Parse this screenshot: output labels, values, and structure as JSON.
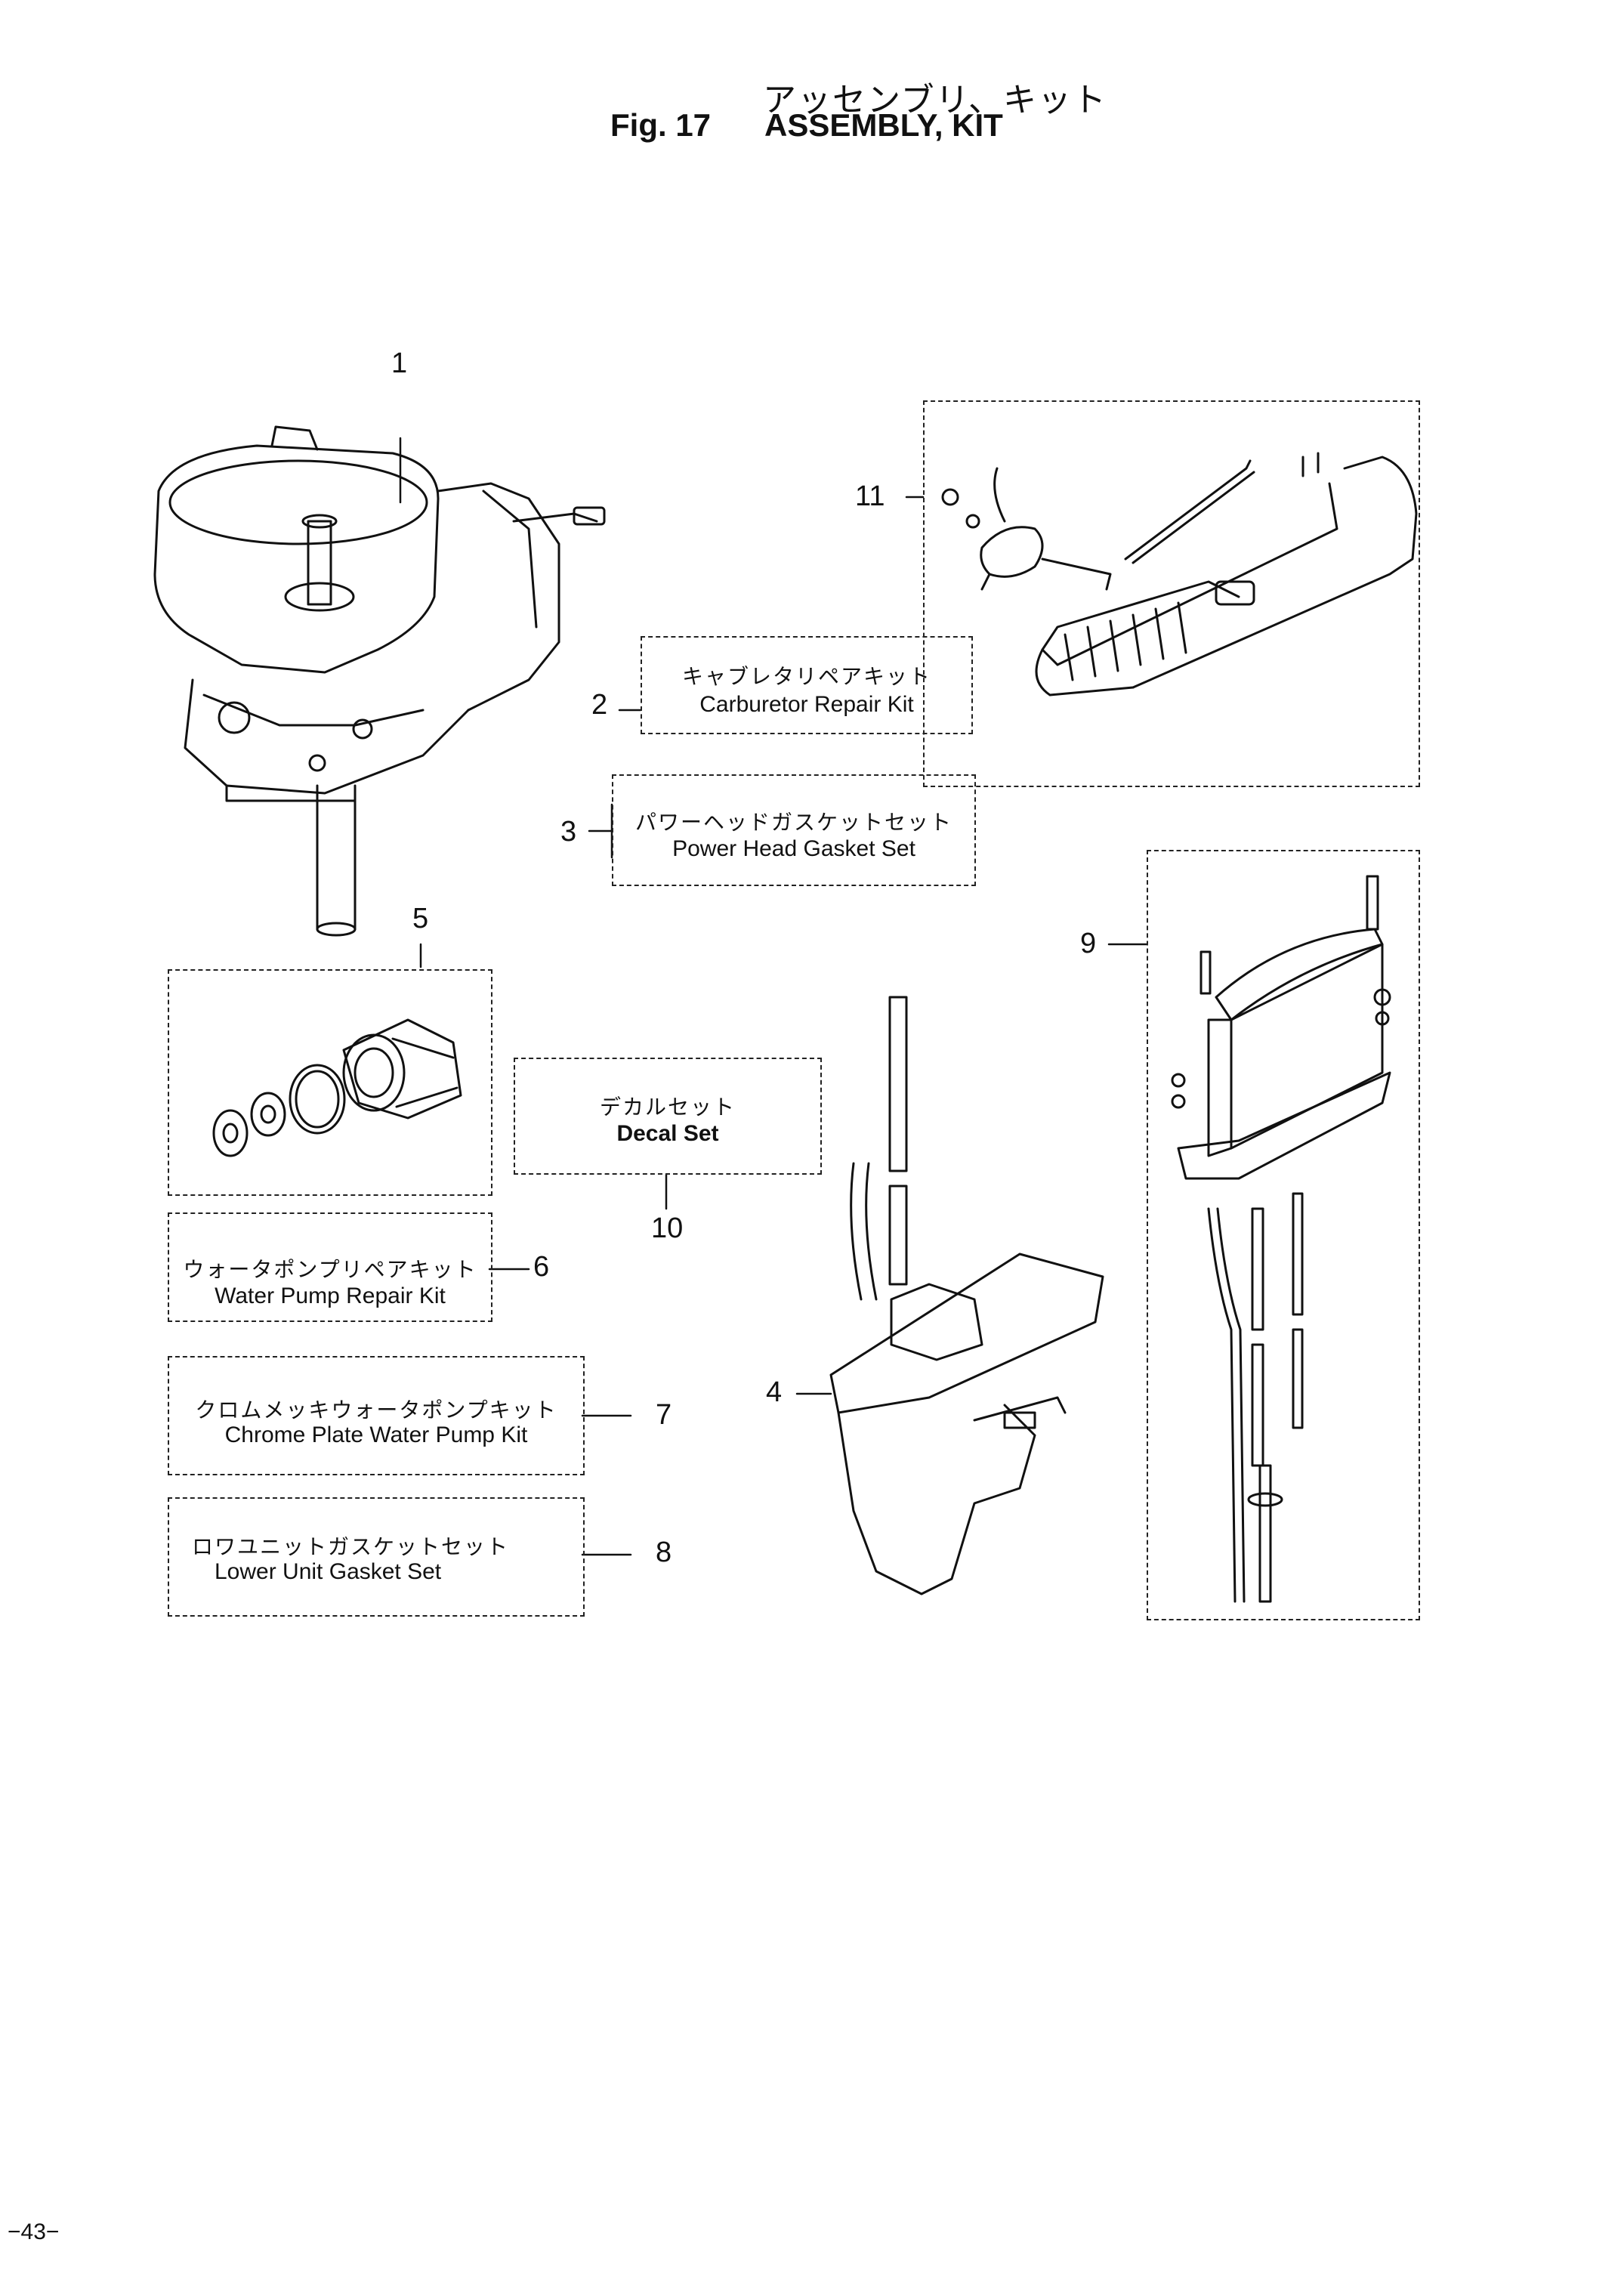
{
  "header": {
    "title_ja": "アッセンブリ、キット",
    "fig_label": "Fig. 17",
    "title_en": "ASSEMBLY, KIT"
  },
  "callouts": {
    "c1": "1",
    "c2": "2",
    "c3": "3",
    "c4": "4",
    "c5": "5",
    "c6": "6",
    "c7": "7",
    "c8": "8",
    "c9": "9",
    "c10": "10",
    "c11": "11"
  },
  "kits": {
    "carburetor": {
      "ja": "キャブレタリペアキット",
      "en": "Carburetor Repair Kit"
    },
    "power_head": {
      "ja": "パワーヘッドガスケットセット",
      "en": "Power Head Gasket Set"
    },
    "decal": {
      "ja": "デカルセット",
      "en": "Decal Set"
    },
    "water_pump": {
      "ja": "ウォータポンプリペアキット",
      "en": "Water Pump Repair Kit"
    },
    "chrome_pump": {
      "ja": "クロムメッキウォータポンプキット",
      "en": "Chrome Plate Water Pump Kit"
    },
    "lower_unit": {
      "ja": "ロワユニットガスケットセット",
      "en": "Lower Unit Gasket Set"
    }
  },
  "page_number": "−43−"
}
